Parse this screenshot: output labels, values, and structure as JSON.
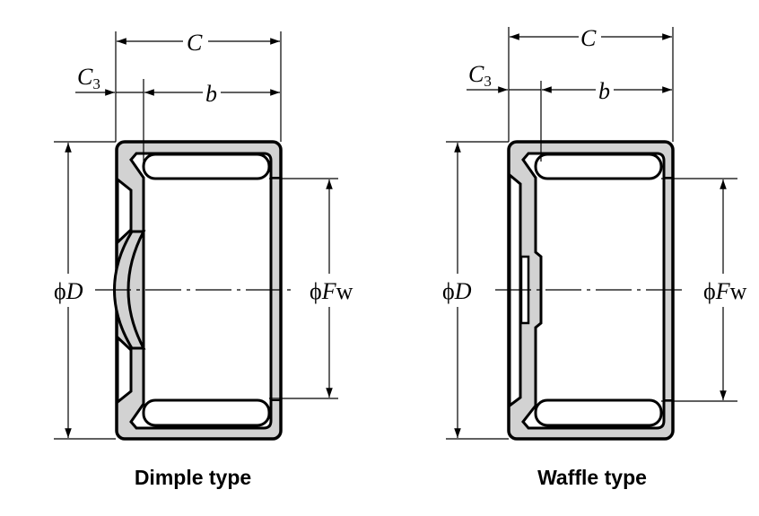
{
  "diagrams": [
    {
      "caption": "Dimple type",
      "labels": {
        "C": "C",
        "C3": "C",
        "C3_sub": "3",
        "b": "b",
        "D_phi": "ϕ",
        "D": "D",
        "Fw_phi": "ϕ",
        "Fw_F": "F",
        "Fw_w": "w"
      }
    },
    {
      "caption": "Waffle type",
      "labels": {
        "C": "C",
        "C3": "C",
        "C3_sub": "3",
        "b": "b",
        "D_phi": "ϕ",
        "D": "D",
        "Fw_phi": "ϕ",
        "Fw_F": "F",
        "Fw_w": "w"
      }
    }
  ]
}
